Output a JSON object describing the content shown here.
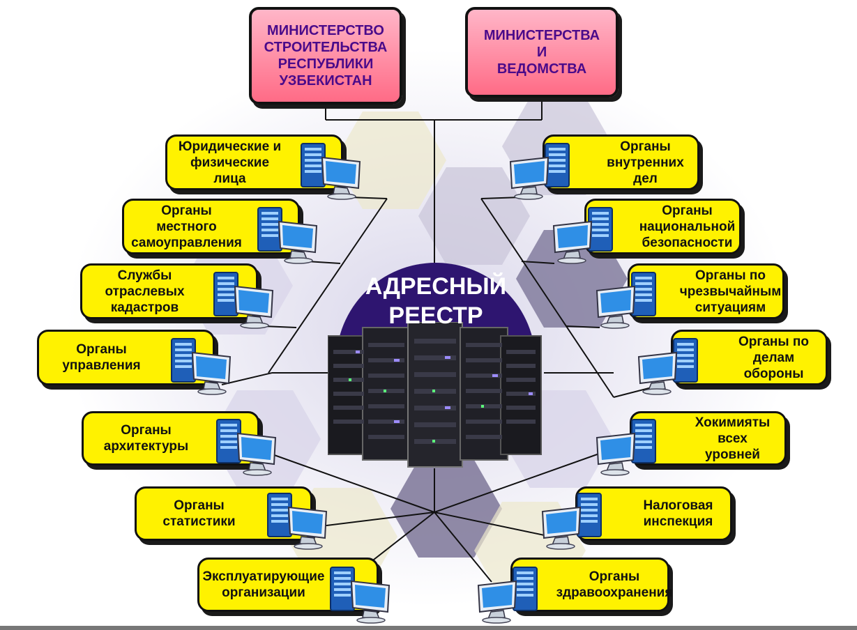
{
  "center": {
    "title": "АДРЕСНЫЙ\nРЕЕСТР"
  },
  "top": [
    {
      "id": "ministry-construction",
      "label": "МИНИСТЕРСТВО\nСТРОИТЕЛЬСТВА\nРЕСПУБЛИКИ\nУЗБЕКИСТАН"
    },
    {
      "id": "ministries-agencies",
      "label": "МИНИСТЕРСТВА\nИ\nВЕДОМСТВА"
    }
  ],
  "left": [
    {
      "id": "legal-entities",
      "label": "Юридические и\nфизические\nлица"
    },
    {
      "id": "local-government",
      "label": "Органы\nместного\nсамоуправления"
    },
    {
      "id": "cadastre-services",
      "label": "Службы\nотраслевых\nкадастров"
    },
    {
      "id": "management-bodies",
      "label": "Органы\nуправления"
    },
    {
      "id": "architecture-bodies",
      "label": "Органы\nархитектуры"
    },
    {
      "id": "statistics-bodies",
      "label": "Органы\nстатистики"
    },
    {
      "id": "operating-organizations",
      "label": "Эксплуатирующие\nорганизации"
    }
  ],
  "right": [
    {
      "id": "internal-affairs",
      "label": "Органы\nвнутренних\nдел"
    },
    {
      "id": "national-security",
      "label": "Органы\nнациональной\nбезопасности"
    },
    {
      "id": "emergency-situations",
      "label": "Органы по\nчрезвычайным\nситуациям"
    },
    {
      "id": "defense-affairs",
      "label": "Органы по\nделам\nобороны"
    },
    {
      "id": "khokimiyats",
      "label": "Хокимияты\nвсех\nуровней"
    },
    {
      "id": "tax-inspection",
      "label": "Налоговая\nинспекция"
    },
    {
      "id": "healthcare-bodies",
      "label": "Органы\nздравоохранения"
    }
  ]
}
